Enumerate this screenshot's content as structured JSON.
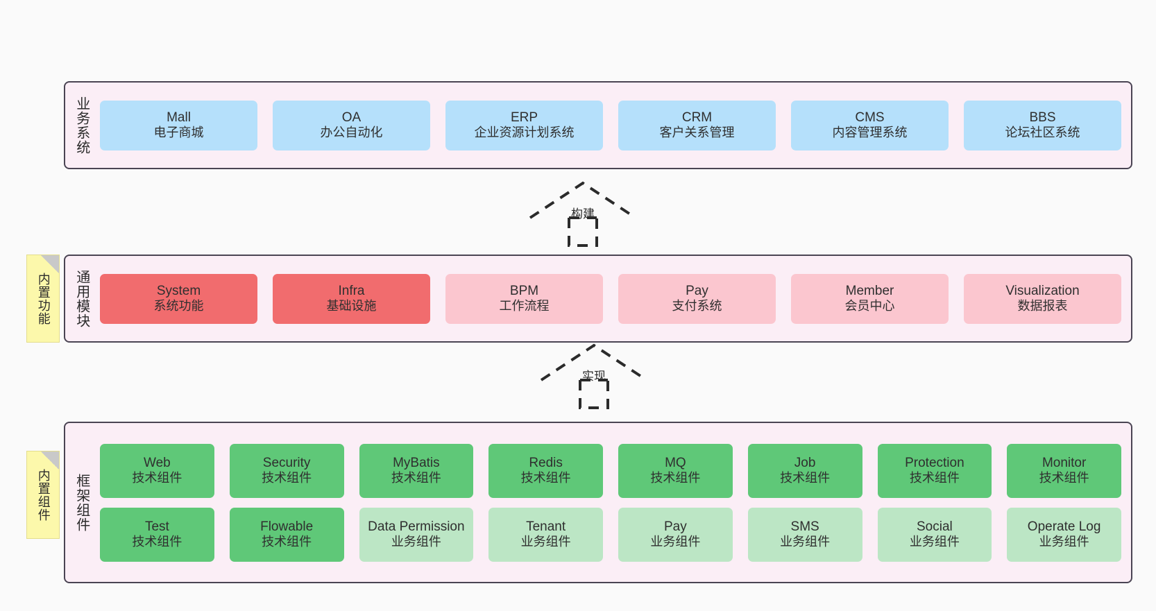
{
  "diagram": {
    "title_hidden": "",
    "colors": {
      "band_bg": "#fbeef6",
      "band_border": "#4a4453",
      "business_node": "#b5e0fb",
      "common_core_node": "#f16c6e",
      "common_node": "#fbc6cf",
      "tech_node": "#5fc878",
      "biz_component_node": "#bce6c5",
      "sticky": "#fcf8ab",
      "page_bg": "#fafafa"
    }
  },
  "layers": [
    {
      "id": "business",
      "title": "业务系统",
      "rows": [
        {
          "nodes": [
            {
              "en": "Mall",
              "cn": "电子商城",
              "style": "n-blue"
            },
            {
              "en": "OA",
              "cn": "办公自动化",
              "style": "n-blue"
            },
            {
              "en": "ERP",
              "cn": "企业资源计划系统",
              "style": "n-blue"
            },
            {
              "en": "CRM",
              "cn": "客户关系管理",
              "style": "n-blue"
            },
            {
              "en": "CMS",
              "cn": "内容管理系统",
              "style": "n-blue"
            },
            {
              "en": "BBS",
              "cn": "论坛社区系统",
              "style": "n-blue"
            }
          ]
        }
      ]
    },
    {
      "id": "common",
      "title": "通用模块",
      "rows": [
        {
          "nodes": [
            {
              "en": "System",
              "cn": "系统功能",
              "style": "n-red"
            },
            {
              "en": "Infra",
              "cn": "基础设施",
              "style": "n-red"
            },
            {
              "en": "BPM",
              "cn": "工作流程",
              "style": "n-pink"
            },
            {
              "en": "Pay",
              "cn": "支付系统",
              "style": "n-pink"
            },
            {
              "en": "Member",
              "cn": "会员中心",
              "style": "n-pink"
            },
            {
              "en": "Visualization",
              "cn": "数据报表",
              "style": "n-pink"
            }
          ]
        }
      ]
    },
    {
      "id": "frame",
      "title": "框架组件",
      "rows": [
        {
          "nodes": [
            {
              "en": "Web",
              "cn": "技术组件",
              "style": "n-green"
            },
            {
              "en": "Security",
              "cn": "技术组件",
              "style": "n-green"
            },
            {
              "en": "MyBatis",
              "cn": "技术组件",
              "style": "n-green"
            },
            {
              "en": "Redis",
              "cn": "技术组件",
              "style": "n-green"
            },
            {
              "en": "MQ",
              "cn": "技术组件",
              "style": "n-green"
            },
            {
              "en": "Job",
              "cn": "技术组件",
              "style": "n-green"
            },
            {
              "en": "Protection",
              "cn": "技术组件",
              "style": "n-green"
            },
            {
              "en": "Monitor",
              "cn": "技术组件",
              "style": "n-green"
            }
          ]
        },
        {
          "nodes": [
            {
              "en": "Test",
              "cn": "技术组件",
              "style": "n-green"
            },
            {
              "en": "Flowable",
              "cn": "技术组件",
              "style": "n-green"
            },
            {
              "en": "Data Permission",
              "cn": "业务组件",
              "style": "n-lgreen"
            },
            {
              "en": "Tenant",
              "cn": "业务组件",
              "style": "n-lgreen"
            },
            {
              "en": "Pay",
              "cn": "业务组件",
              "style": "n-lgreen"
            },
            {
              "en": "SMS",
              "cn": "业务组件",
              "style": "n-lgreen"
            },
            {
              "en": "Social",
              "cn": "业务组件",
              "style": "n-lgreen"
            },
            {
              "en": "Operate Log",
              "cn": "业务组件",
              "style": "n-lgreen"
            }
          ]
        }
      ]
    }
  ],
  "sticky_notes": [
    {
      "id": "common",
      "label": "内置功能"
    },
    {
      "id": "frame",
      "label": "内置组件"
    }
  ],
  "connectors": [
    {
      "id": "build",
      "label": "构建"
    },
    {
      "id": "realize",
      "label": "实现"
    }
  ]
}
